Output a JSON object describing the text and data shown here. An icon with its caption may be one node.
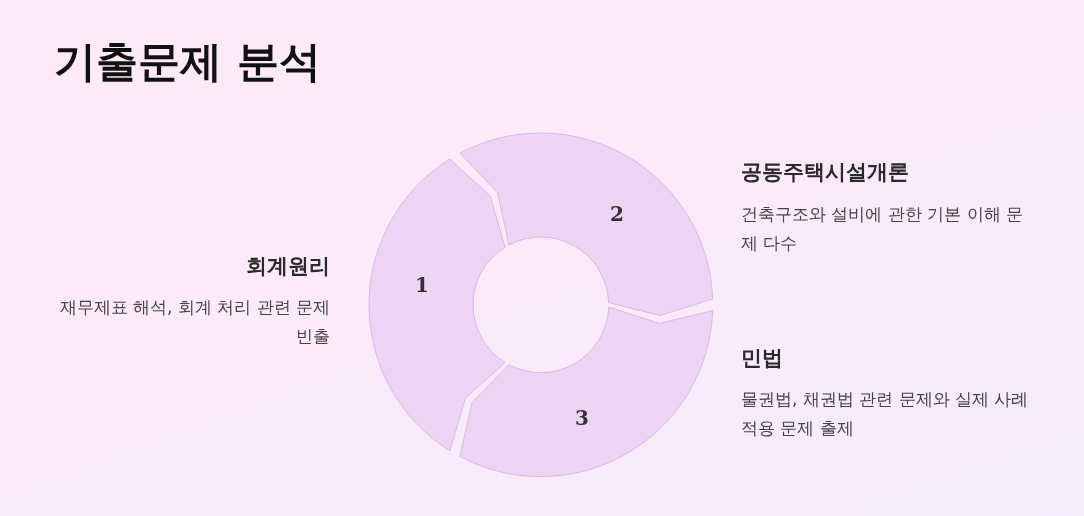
{
  "diagram": {
    "title": "기출문제 분석",
    "nodes": [
      {
        "text": [
          "1"
        ],
        "beside": [
          "회계원리",
          "재무제표 해석, 회계 처리 관련 문제 빈출"
        ]
      },
      {
        "text": [
          "2"
        ],
        "beside": [
          "공동주택시설개론",
          "건축구조와 설비에 관한 기본 이해 문제 다수"
        ]
      },
      {
        "text": [
          "3"
        ],
        "beside": [
          "민법",
          "물권법, 채권법 관련 문제와 실제 사례 적용 문제 출제"
        ]
      }
    ]
  }
}
